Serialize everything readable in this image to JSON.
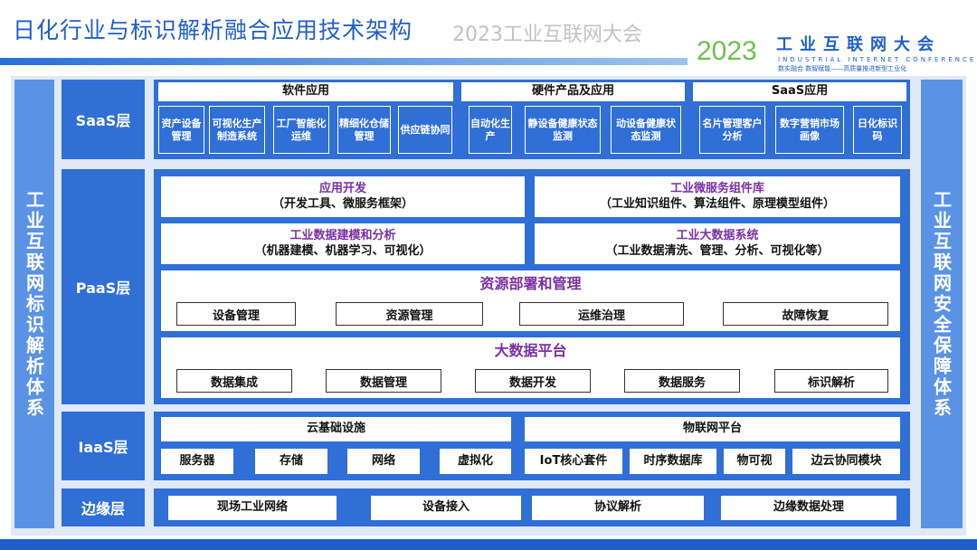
{
  "title": "日化行业与标识解析融合应用技术架构",
  "logo": {
    "year": "2023",
    "name": "工业互联网大会",
    "en": "INDUSTRIAL INTERNET CONFERENCE",
    "slogan": "数实融合 数智赋能——高质量推进新型工业化"
  },
  "left_side": "工业互联网标识解析体系",
  "right_side": "工业互联网安全保障体系",
  "layers": {
    "saas": "SaaS层",
    "paas": "PaaS层",
    "iaas": "IaaS层",
    "edge": "边缘层"
  },
  "saas": {
    "groups": [
      {
        "title": "软件应用",
        "items": [
          "资产设备管理",
          "可视化生产制造系统",
          "工厂智能化运维",
          "精细化仓储管理",
          "供应链协同"
        ]
      },
      {
        "title": "硬件产品及应用",
        "items": [
          "自动化生产",
          "静设备健康状态监测",
          "动设备健康状态监测"
        ]
      },
      {
        "title": "SaaS应用",
        "items": [
          "名片管理客户分析",
          "数字营销市场画像",
          "日化标识码"
        ]
      }
    ]
  },
  "paas": {
    "app_dev": {
      "title": "应用开发",
      "sub": "（开发工具、微服务框架）"
    },
    "micro": {
      "title": "工业微服务组件库",
      "sub": "（工业知识组件、算法组件、原理模型组件）"
    },
    "modeling": {
      "title": "工业数据建模和分析",
      "sub": "（机器建模、机器学习、可视化）"
    },
    "bigdata_sys": {
      "title": "工业大数据系统",
      "sub": "（工业数据清洗、管理、分析、可视化等）"
    },
    "resource": {
      "title": "资源部署和管理",
      "items": [
        "设备管理",
        "资源管理",
        "运维治理",
        "故障恢复"
      ]
    },
    "platform": {
      "title": "大数据平台",
      "items": [
        "数据集成",
        "数据管理",
        "数据开发",
        "数据服务",
        "标识解析"
      ]
    }
  },
  "iaas": {
    "cloud": {
      "title": "云基础设施",
      "items": [
        "服务器",
        "存储",
        "网络",
        "虚拟化"
      ]
    },
    "iot": {
      "title": "物联网平台",
      "items": [
        "IoT核心套件",
        "时序数据库",
        "物可视",
        "边云协同模块"
      ]
    }
  },
  "edge": {
    "items": [
      "现场工业网络",
      "设备接入",
      "协议解析",
      "边缘数据处理"
    ]
  },
  "watermark": "2023工业互联网大会"
}
